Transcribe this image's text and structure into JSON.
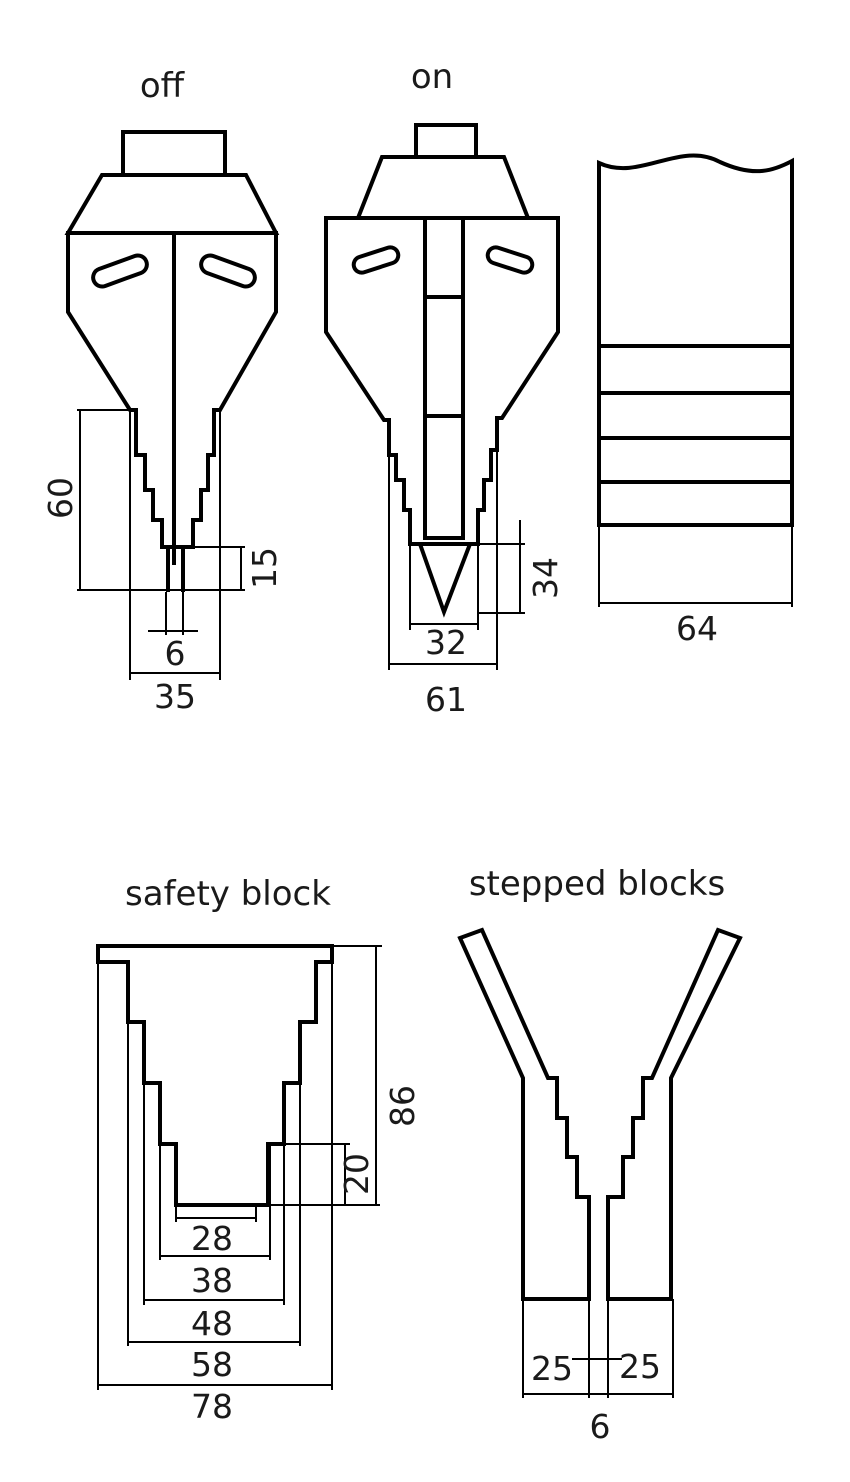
{
  "labels": {
    "off": "off",
    "on": "on",
    "safety_block": "safety block",
    "stepped_blocks": "stepped blocks"
  },
  "off_tool": {
    "height_dim": "60",
    "tip_height_dim": "15",
    "slot_width_dim": "6",
    "width_dim": "35"
  },
  "on_tool": {
    "v_height_dim": "34",
    "v_width_dim": "32",
    "width_dim": "61"
  },
  "side_view": {
    "width_dim": "64"
  },
  "safety_block": {
    "height_dim": "86",
    "step_height_dim": "20",
    "width_dims": [
      "28",
      "38",
      "48",
      "58",
      "78"
    ]
  },
  "stepped_blocks": {
    "left_width_dim": "25",
    "right_width_dim": "25",
    "gap_dim": "6"
  }
}
